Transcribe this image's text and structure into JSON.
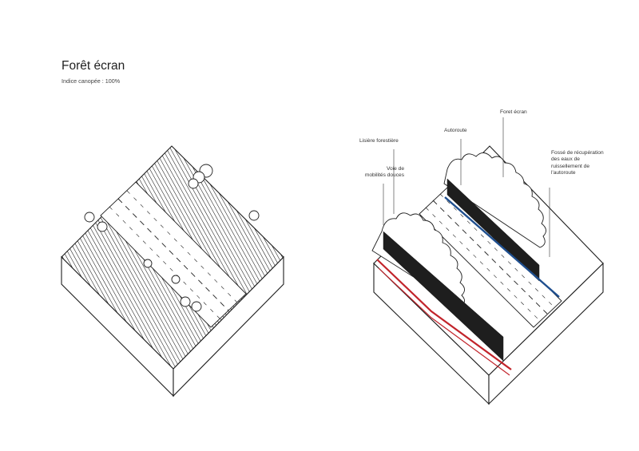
{
  "header": {
    "title": "Forêt écran",
    "subtitle": "Indice canopée : 100%"
  },
  "annotations": [
    {
      "id": "lisiere",
      "text": "Lisière forestière"
    },
    {
      "id": "autoroute",
      "text": "Autoroute"
    },
    {
      "id": "foret",
      "text": "Foret écran"
    },
    {
      "id": "fosse",
      "lines": [
        "Fossé de récupération",
        "des eaux de",
        "ruissellement de",
        "l'autoroute"
      ]
    },
    {
      "id": "voie",
      "lines": [
        "Voie de",
        "mobilités douces"
      ]
    }
  ],
  "colors": {
    "ink": "#1e1e1e",
    "soft_mobility_lane": "#c2242b",
    "drainage_ditch": "#1f4f8f"
  }
}
